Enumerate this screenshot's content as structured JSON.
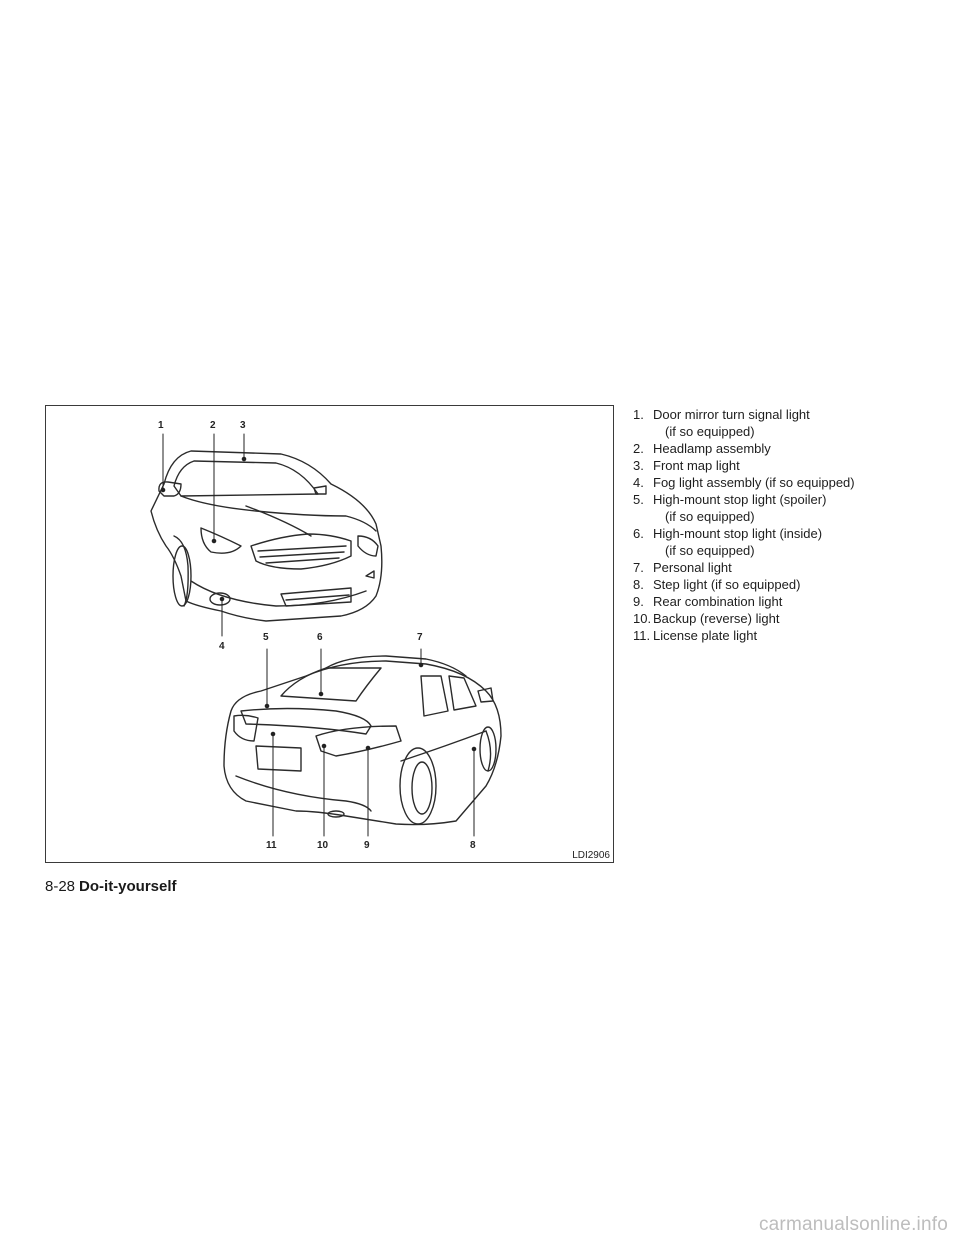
{
  "figure": {
    "code": "LDI2906",
    "callouts": [
      "1",
      "2",
      "3",
      "4",
      "5",
      "6",
      "7",
      "8",
      "9",
      "10",
      "11"
    ]
  },
  "legend": [
    {
      "num": "1.",
      "text": "Door mirror turn signal light",
      "sub": "(if so equipped)"
    },
    {
      "num": "2.",
      "text": "Headlamp assembly",
      "sub": ""
    },
    {
      "num": "3.",
      "text": "Front map light",
      "sub": ""
    },
    {
      "num": "4.",
      "text": "Fog light assembly (if so equipped)",
      "sub": ""
    },
    {
      "num": "5.",
      "text": "High-mount stop light (spoiler)",
      "sub": "(if so equipped)"
    },
    {
      "num": "6.",
      "text": "High-mount stop light (inside)",
      "sub": "(if so equipped)"
    },
    {
      "num": "7.",
      "text": "Personal light",
      "sub": ""
    },
    {
      "num": "8.",
      "text": "Step light (if so equipped)",
      "sub": ""
    },
    {
      "num": "9.",
      "text": "Rear combination light",
      "sub": ""
    },
    {
      "num": "10.",
      "text": "Backup (reverse) light",
      "sub": ""
    },
    {
      "num": "11.",
      "text": "License plate light",
      "sub": ""
    }
  ],
  "footer": {
    "page": "8-28",
    "section": "Do-it-yourself"
  },
  "watermark": "carmanualsonline.info"
}
